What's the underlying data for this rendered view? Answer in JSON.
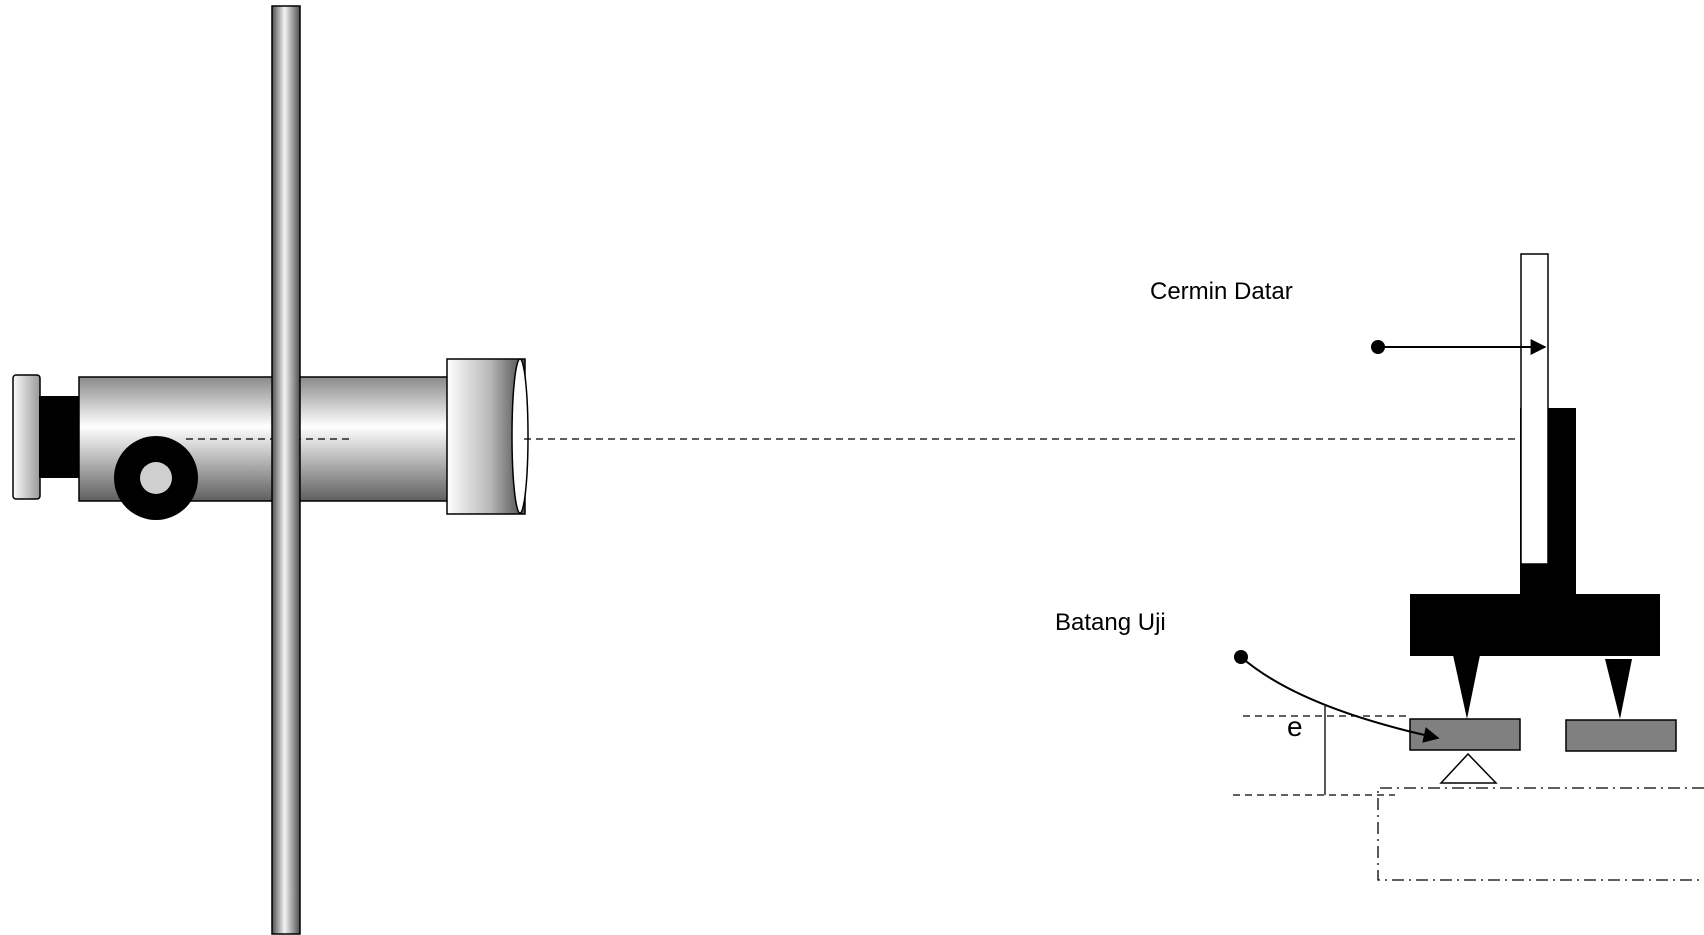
{
  "labels": {
    "mirror": "Cermin Datar",
    "rod": "Batang Uji",
    "deflection": "e"
  }
}
